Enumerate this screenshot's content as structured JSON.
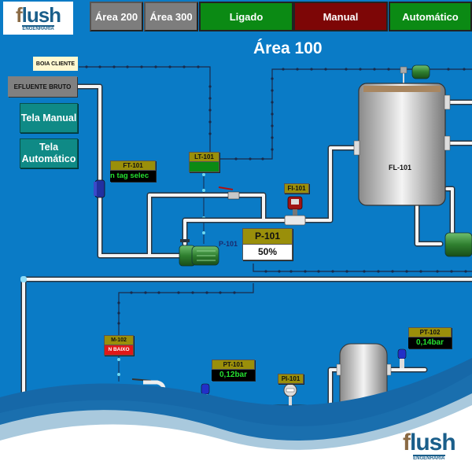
{
  "header": {
    "logo": {
      "brand": "flush",
      "sub": "ENGENHARIA"
    },
    "nav_buttons": [
      {
        "label": "Área 200"
      },
      {
        "label": "Área 300"
      }
    ],
    "status_buttons": [
      {
        "label": "Ligado",
        "color": "#0b8a14"
      },
      {
        "label": "Manual",
        "color": "#7d0606"
      },
      {
        "label": "Automático",
        "color": "#0b8a14"
      }
    ]
  },
  "page_title": "Área 100",
  "side": {
    "boia_cliente": "BOIA CLIENTE",
    "efluente_bruto": "EFLUENTE BRUTO",
    "tela_manual": "Tela Manual",
    "tela_automatico": "Tela Automático"
  },
  "instruments": {
    "ft101": {
      "tag": "FT-101",
      "value": "n tag selec"
    },
    "lt101": {
      "tag": "LT-101",
      "level_color": "#0b8a14"
    },
    "fi101": {
      "tag": "FI-101"
    },
    "p101_label": "P-101",
    "p101": {
      "tag": "P-101",
      "value": "50%"
    },
    "fl101": "FL-101",
    "m102": {
      "tag": "M-102",
      "value": "N BAIXO"
    },
    "pt101": {
      "tag": "PT-101",
      "value": "0,12bar"
    },
    "pi101": {
      "tag": "PI-101"
    },
    "pt102": {
      "tag": "PT-102",
      "value": "0,14bar"
    }
  },
  "footer_logo": {
    "brand": "flush",
    "sub": "ENGENHARIA"
  }
}
